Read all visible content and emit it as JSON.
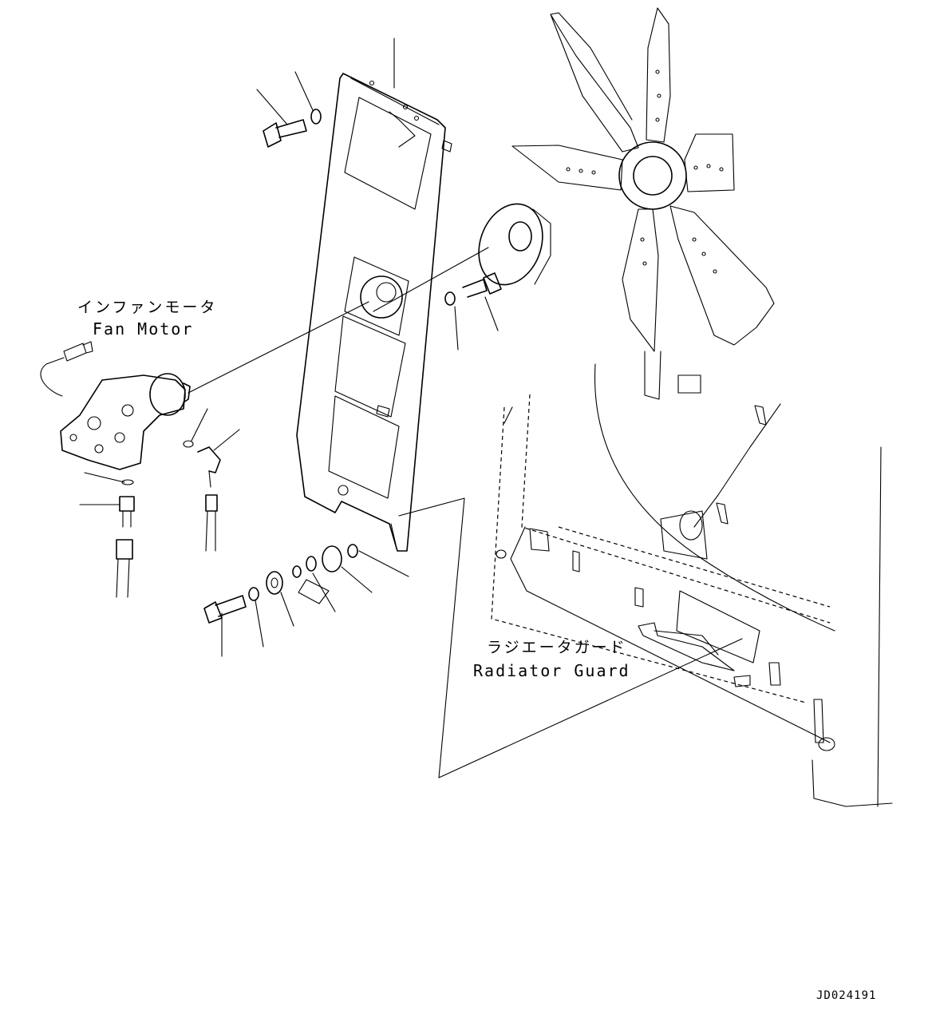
{
  "labels": {
    "fan_motor_jp": "インファンモータ",
    "fan_motor_en": "Fan Motor",
    "radiator_guard_jp": "ラジエータガード",
    "radiator_guard_en": "Radiator Guard",
    "drawing_id": "JD024191"
  },
  "colors": {
    "line": "#000000",
    "background": "#ffffff"
  }
}
